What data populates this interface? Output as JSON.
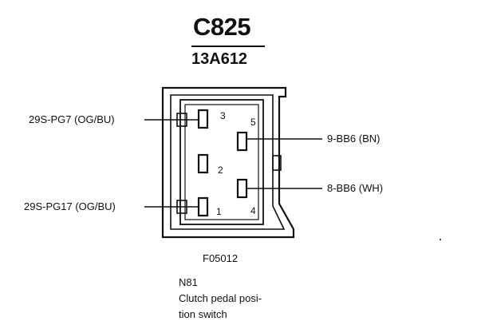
{
  "connector": {
    "id": "C825",
    "part_number": "13A612",
    "figure_code": "F05012",
    "ref": "N81",
    "description_lines": [
      "Clutch pedal posi-",
      "tion switch"
    ]
  },
  "pins": {
    "p1": "1",
    "p2": "2",
    "p3": "3",
    "p4": "4",
    "p5": "5"
  },
  "wires": {
    "pin3": "29S-PG7 (OG/BU)",
    "pin1": "29S-PG17 (OG/BU)",
    "pin5": "9-BB6 (BN)",
    "pin4": "8-BB6 (WH)"
  },
  "colors": {
    "ink": "#111111",
    "paper": "#ffffff"
  }
}
